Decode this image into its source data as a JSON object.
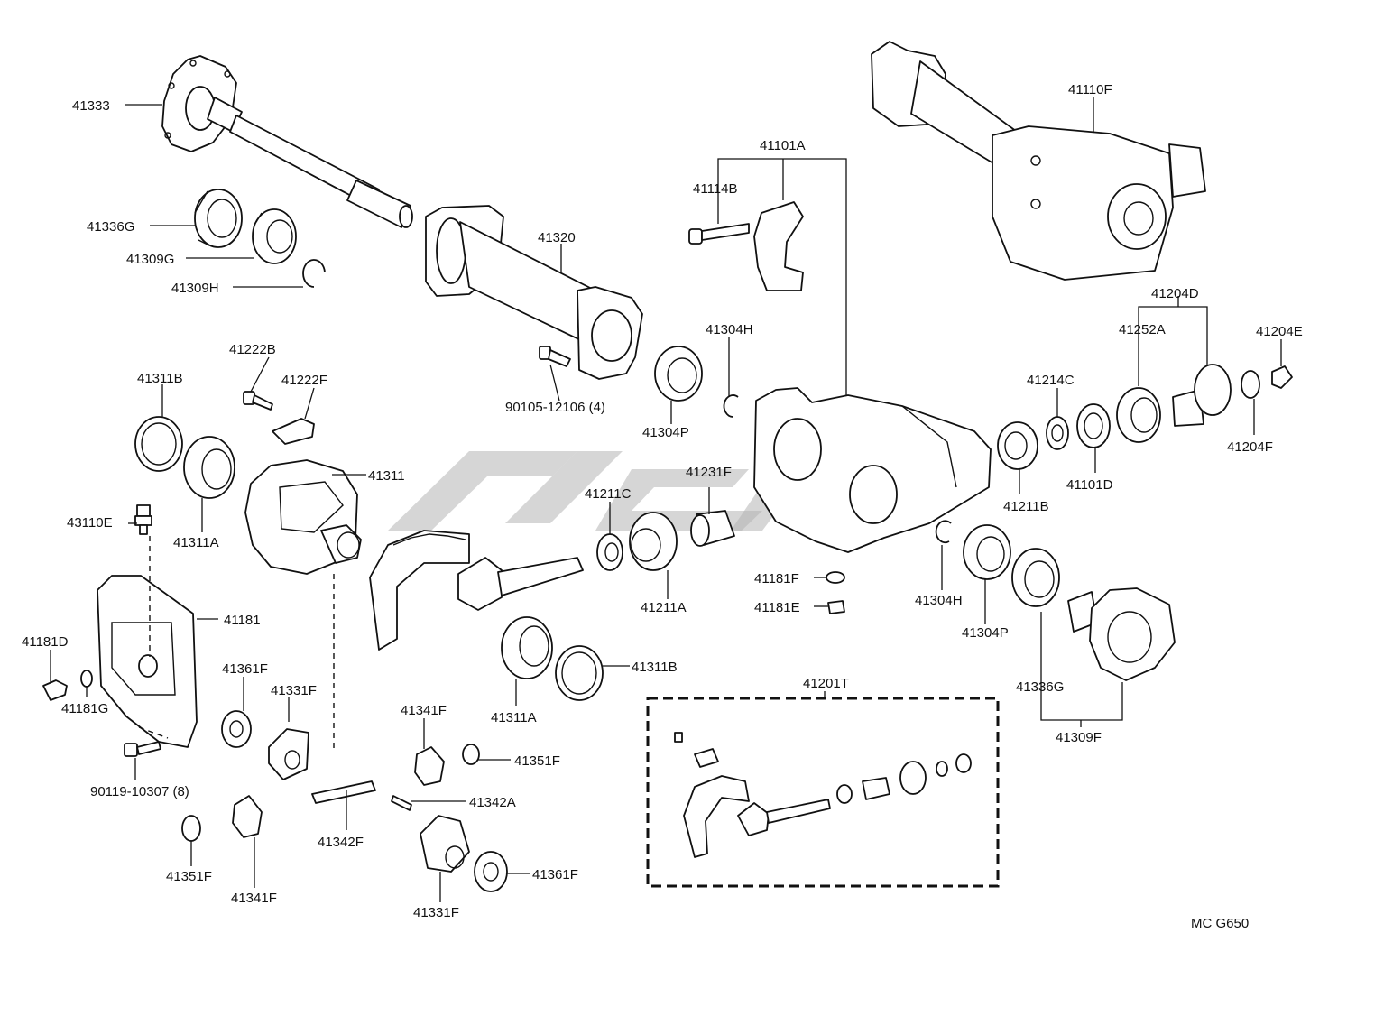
{
  "diagram": {
    "code": "MC G650",
    "labels": {
      "p41333": "41333",
      "p41336G": "41336G",
      "p41309G": "41309G",
      "p41309H": "41309H",
      "p41320": "41320",
      "p41101A": "41101A",
      "p41114B": "41114B",
      "p41110F": "41110F",
      "p41222B": "41222B",
      "p41222F": "41222F",
      "p41311B_top": "41311B",
      "p41311": "41311",
      "p41311A_left": "41311A",
      "p90105": "90105-12106 (4)",
      "p41304P_top": "41304P",
      "p41304H_top": "41304H",
      "p41204D": "41204D",
      "p41252A": "41252A",
      "p41204E": "41204E",
      "p41214C": "41214C",
      "p41101D": "41101D",
      "p41211B": "41211B",
      "p41204F": "41204F",
      "p41231F": "41231F",
      "p41211C": "41211C",
      "p41211A": "41211A",
      "p41181F": "41181F",
      "p41181E": "41181E",
      "p41304H_bot": "41304H",
      "p41304P_bot": "41304P",
      "p43110E": "43110E",
      "p41181": "41181",
      "p41181D": "41181D",
      "p41181G": "41181G",
      "p90119": "90119-10307 (8)",
      "p41361F_left": "41361F",
      "p41331F_left": "41331F",
      "p41311B_bot": "41311B",
      "p41311A_bot": "41311A",
      "p41341F_mid": "41341F",
      "p41351F_mid": "41351F",
      "p41342A": "41342A",
      "p41342F": "41342F",
      "p41351F_left": "41351F",
      "p41341F_left": "41341F",
      "p41331F_bot": "41331F",
      "p41361F_bot": "41361F",
      "p41201T": "41201T",
      "p41336G_right": "41336G",
      "p41309F": "41309F"
    }
  }
}
